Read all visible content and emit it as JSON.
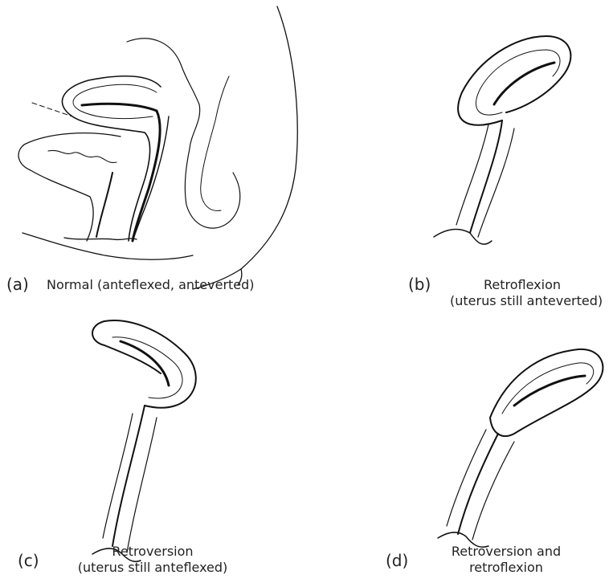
{
  "panels": [
    {
      "letter": "(a)",
      "caption_lines": [
        "Normal (anteflexed, anteverted)"
      ]
    },
    {
      "letter": "(b)",
      "caption_lines": [
        "Retroflexion",
        "(uterus still anteverted)"
      ]
    },
    {
      "letter": "(c)",
      "caption_lines": [
        "Retroversion",
        "(uterus still anteflexed)"
      ]
    },
    {
      "letter": "(d)",
      "caption_lines": [
        "Retroversion and",
        "retroflexion"
      ]
    }
  ]
}
